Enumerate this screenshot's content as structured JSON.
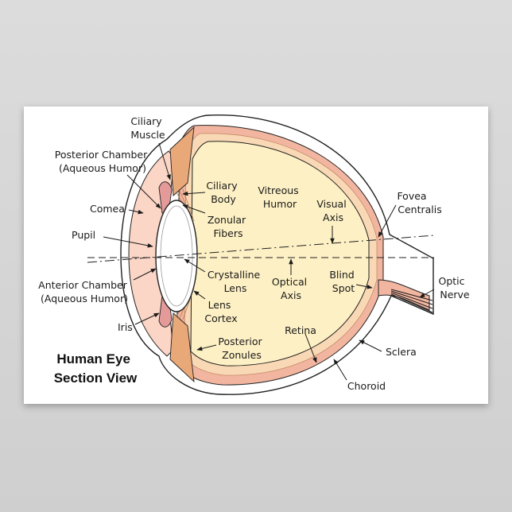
{
  "title": {
    "line1": "Human Eye",
    "line2": "Section View"
  },
  "labels": {
    "ciliary_muscle": [
      "Ciliary",
      "Muscle"
    ],
    "posterior_chamber": [
      "Posterior Chamber",
      "(Aqueous Humor)"
    ],
    "comea": [
      "Comea"
    ],
    "pupil": [
      "Pupil"
    ],
    "anterior_chamber": [
      "Anterior Chamber",
      "(Aqueous Humor)"
    ],
    "iris": [
      "Iris"
    ],
    "ciliary_body": [
      "Ciliary",
      "Body"
    ],
    "zonular_fibers": [
      "Zonular",
      "Fibers"
    ],
    "vitreous_humor": [
      "Vitreous",
      "Humor"
    ],
    "visual_axis": [
      "Visual",
      "Axis"
    ],
    "fovea_centralis": [
      "Fovea",
      "Centralis"
    ],
    "crystalline_lens": [
      "Crystalline",
      "Lens"
    ],
    "optical_axis": [
      "Optical",
      "Axis"
    ],
    "blind_spot": [
      "Blind",
      "Spot"
    ],
    "optic_nerve": [
      "Optic",
      "Nerve"
    ],
    "lens_cortex": [
      "Lens",
      "Cortex"
    ],
    "posterior_zonules": [
      "Posterior",
      "Zonules"
    ],
    "retina": [
      "Retina"
    ],
    "sclera": [
      "Sclera"
    ],
    "choroid": [
      "Choroid"
    ]
  },
  "colors": {
    "vitreous": "#fdf0c4",
    "sclera": "#ffffff",
    "choroid": "#f2b6a0",
    "retina": "#f9d9b5",
    "cornea_chamber": "#fbd5c5",
    "lens": "#ffffff",
    "muscle": "#e9a878",
    "iris": "#e59a9a",
    "outline": "#222222"
  }
}
